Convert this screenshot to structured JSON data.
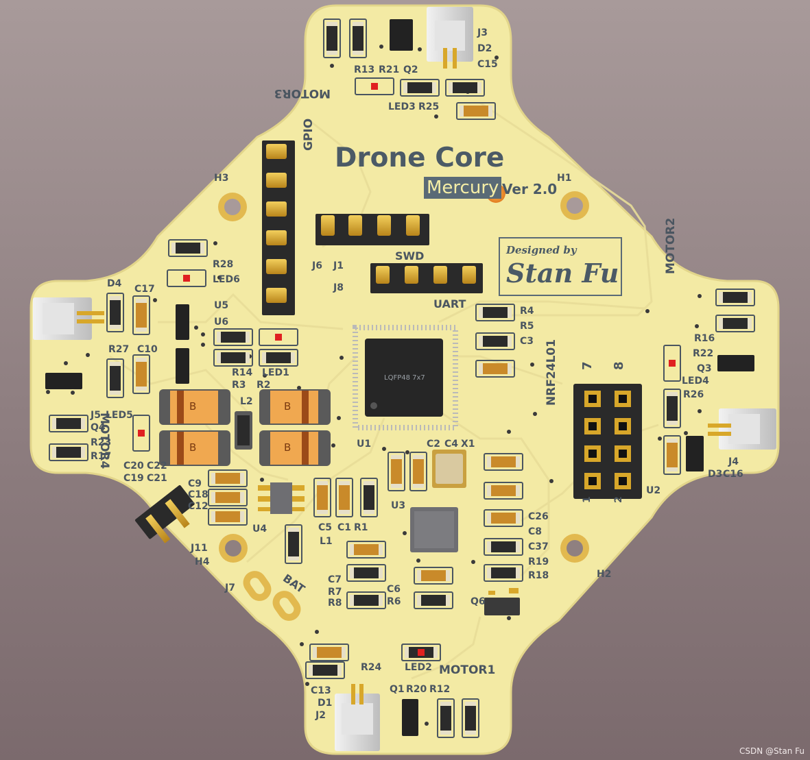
{
  "board": {
    "title": "Drone Core",
    "subtitle": "Mercury",
    "version": "Ver 2.0",
    "designed_by": "Designed by",
    "designer": "Stan Fu",
    "mcu_marking": "LQFP48 7x7",
    "watermark": "CSDN @Stan Fu"
  },
  "silkscreen": {
    "motor1": "MOTOR1",
    "motor2": "MOTOR2",
    "motor3": "MOTOR3",
    "motor4": "MOTOR4",
    "gpio": "GPIO",
    "swd": "SWD",
    "uart": "UART",
    "nrf": "NRF24L01",
    "bat": "BAT",
    "j1": "J1",
    "j2": "J2",
    "j3": "J3",
    "j4": "J4",
    "j5": "J5",
    "j6": "J6",
    "j7": "J7",
    "j8": "J8",
    "j11": "J11",
    "h1": "H1",
    "h2": "H2",
    "h3": "H3",
    "h4": "H4",
    "u1": "U1",
    "u2": "U2",
    "u3": "U3",
    "u4": "U4",
    "u5": "U5",
    "u6": "U6",
    "d1": "D1",
    "d2": "D2",
    "d3": "D3",
    "d4": "D4",
    "q1": "Q1",
    "q2": "Q2",
    "q3": "Q3",
    "q4": "Q4",
    "q6": "Q6",
    "l1": "L1",
    "l2": "L2",
    "x1": "X1",
    "led1": "LED1",
    "led2": "LED2",
    "led3": "LED3",
    "led4": "LED4",
    "led5": "LED5",
    "led6": "LED6",
    "r1": "R1",
    "r2": "R2",
    "r3": "R3",
    "r4": "R4",
    "r5": "R5",
    "r6": "R6",
    "r7": "R7",
    "r8": "R8",
    "r12": "R12",
    "r13": "R13",
    "r14": "R14",
    "r16": "R16",
    "r17": "R17",
    "r18": "R18",
    "r19": "R19",
    "r20": "R20",
    "r21": "R21",
    "r22": "R22",
    "r23": "R23",
    "r24": "R24",
    "r25": "R25",
    "r26": "R26",
    "r27": "R27",
    "r28": "R28",
    "c1": "C1",
    "c2": "C2",
    "c3": "C3",
    "c4": "C4",
    "c5": "C5",
    "c6": "C6",
    "c7": "C7",
    "c8": "C8",
    "c9": "C9",
    "c10": "C10",
    "c12": "C12",
    "c13": "C13",
    "c15": "C15",
    "c16": "C16",
    "c17": "C17",
    "c18": "C18",
    "c19": "C19",
    "c20": "C20",
    "c21": "C21",
    "c22": "C22",
    "c26": "C26",
    "c37": "C37",
    "pin7": "7",
    "pin8": "8",
    "pin1": "1",
    "pin2": "2",
    "ind_mark": "B"
  },
  "colors": {
    "pcb": "#f3eaa4",
    "pcb_edge": "#e8dc8c",
    "silk": "#4a5560",
    "gold": "#d8a72a",
    "connector_white": "#dcdcdc",
    "ic_black": "#2b2b2b",
    "inductor_orange": "#e8a24a"
  }
}
